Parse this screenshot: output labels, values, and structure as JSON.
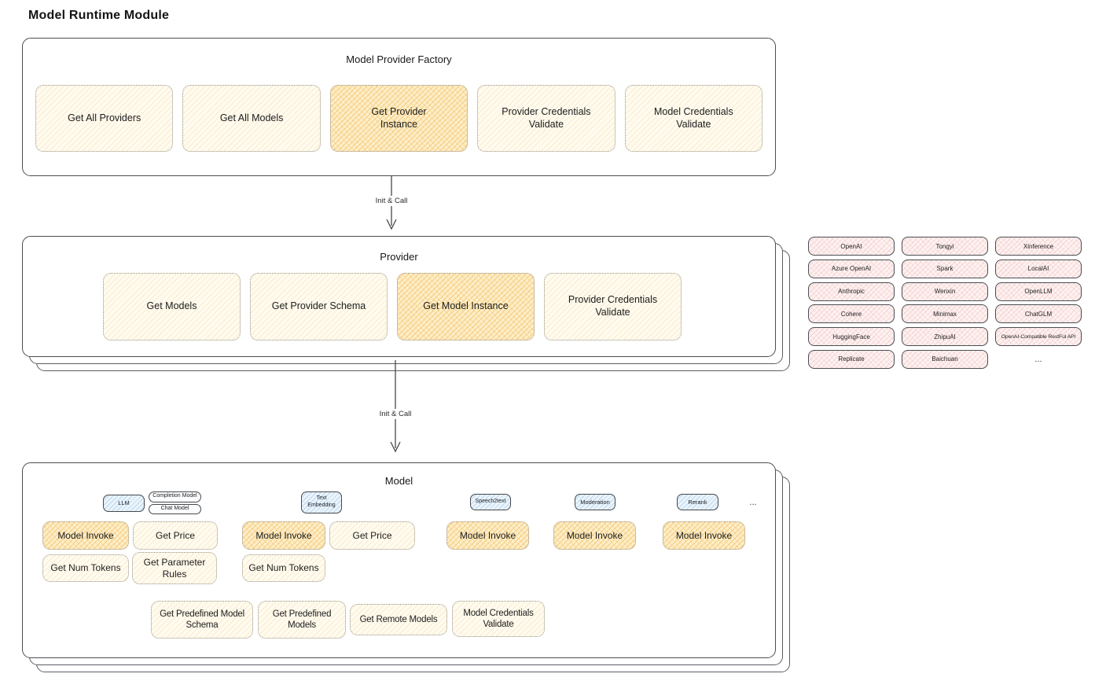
{
  "page": {
    "title": "Model Runtime Module"
  },
  "colors": {
    "yellow_box_fill": "#fffbf0",
    "orange_box_fill": "#fdeec9",
    "pink_chip_fill": "#fdf2f1",
    "blue_tag_fill": "#eaf4fc",
    "outline": "#4a4d52"
  },
  "factory": {
    "title": "Model Provider Factory",
    "items": [
      {
        "label": "Get All Providers"
      },
      {
        "label": "Get All Models"
      },
      {
        "label": "Get Provider\nInstance"
      },
      {
        "label": "Provider Credentials\nValidate"
      },
      {
        "label": "Model Credentials\nValidate"
      }
    ]
  },
  "arrows": [
    {
      "label": "Init & Call"
    },
    {
      "label": "Init & Call"
    }
  ],
  "provider": {
    "title": "Provider",
    "items": [
      {
        "label": "Get Models"
      },
      {
        "label": "Get Provider Schema"
      },
      {
        "label": "Get Model Instance"
      },
      {
        "label": "Provider Credentials\nValidate"
      }
    ]
  },
  "provider_list": {
    "cells": [
      "OpenAI",
      "Tongyi",
      "Xinference",
      "Azure OpenAI",
      "Spark",
      "LocalAI",
      "Anthropic",
      "Wenxin",
      "OpenLLM",
      "Cohere",
      "Minimax",
      "ChatGLM",
      "HuggingFace",
      "ZhipuAI",
      "OpenAI-Compatible RestFul API",
      "Replicate",
      "Baichuan"
    ],
    "more": "..."
  },
  "model": {
    "title": "Model",
    "tags": [
      {
        "label": "LLM"
      },
      {
        "label": "Completion Model"
      },
      {
        "label": "Chat Model"
      },
      {
        "label": "Text\nEmbedding"
      },
      {
        "label": "Speech2text"
      },
      {
        "label": "Moderation"
      },
      {
        "label": "Rerank"
      }
    ],
    "tags_more": "...",
    "ops": [
      {
        "label": "Model Invoke"
      },
      {
        "label": "Get Price"
      },
      {
        "label": "Get Num Tokens"
      },
      {
        "label": "Get Parameter\nRules"
      },
      {
        "label": "Model Invoke"
      },
      {
        "label": "Get Price"
      },
      {
        "label": "Get Num Tokens"
      },
      {
        "label": "Model Invoke"
      },
      {
        "label": "Model Invoke"
      },
      {
        "label": "Model Invoke"
      }
    ],
    "bottom_ops": [
      {
        "label": "Get Predefined Model\nSchema"
      },
      {
        "label": "Get Predefined\nModels"
      },
      {
        "label": "Get Remote Models"
      },
      {
        "label": "Model Credentials\nValidate"
      }
    ]
  }
}
